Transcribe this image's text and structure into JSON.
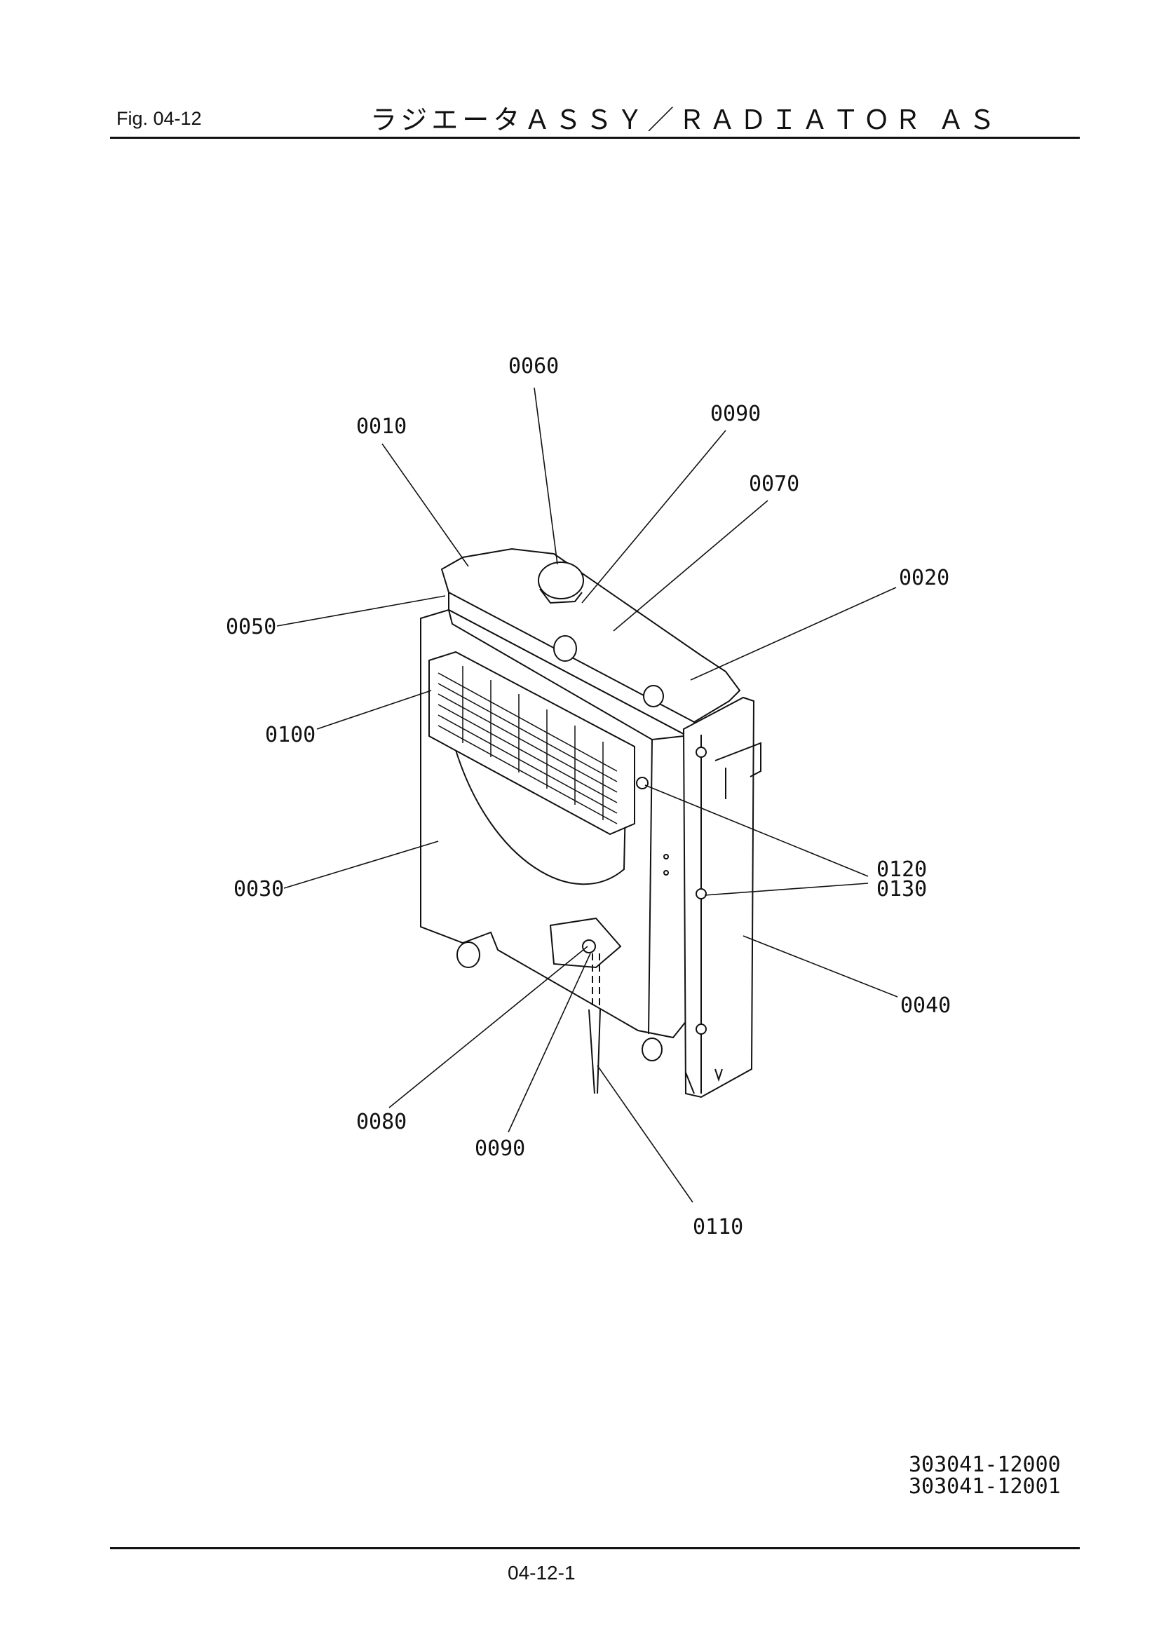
{
  "header": {
    "figure": "Fig.  04-12",
    "title": "ラジエータＡＳＳＹ／ＲＡＤＩＡＴＯＲ ＡＳ"
  },
  "callouts": {
    "c0060": "0060",
    "c0010": "0010",
    "c0090_top": "0090",
    "c0070": "0070",
    "c0020": "0020",
    "c0050": "0050",
    "c0100": "0100",
    "c0120": "0120",
    "c0130": "0130",
    "c0030": "0030",
    "c0040": "0040",
    "c0080": "0080",
    "c0090_bottom": "0090",
    "c0110": "0110"
  },
  "part_numbers": [
    "303041-12000",
    "303041-12001"
  ],
  "footer": {
    "page": "04-12-1"
  }
}
